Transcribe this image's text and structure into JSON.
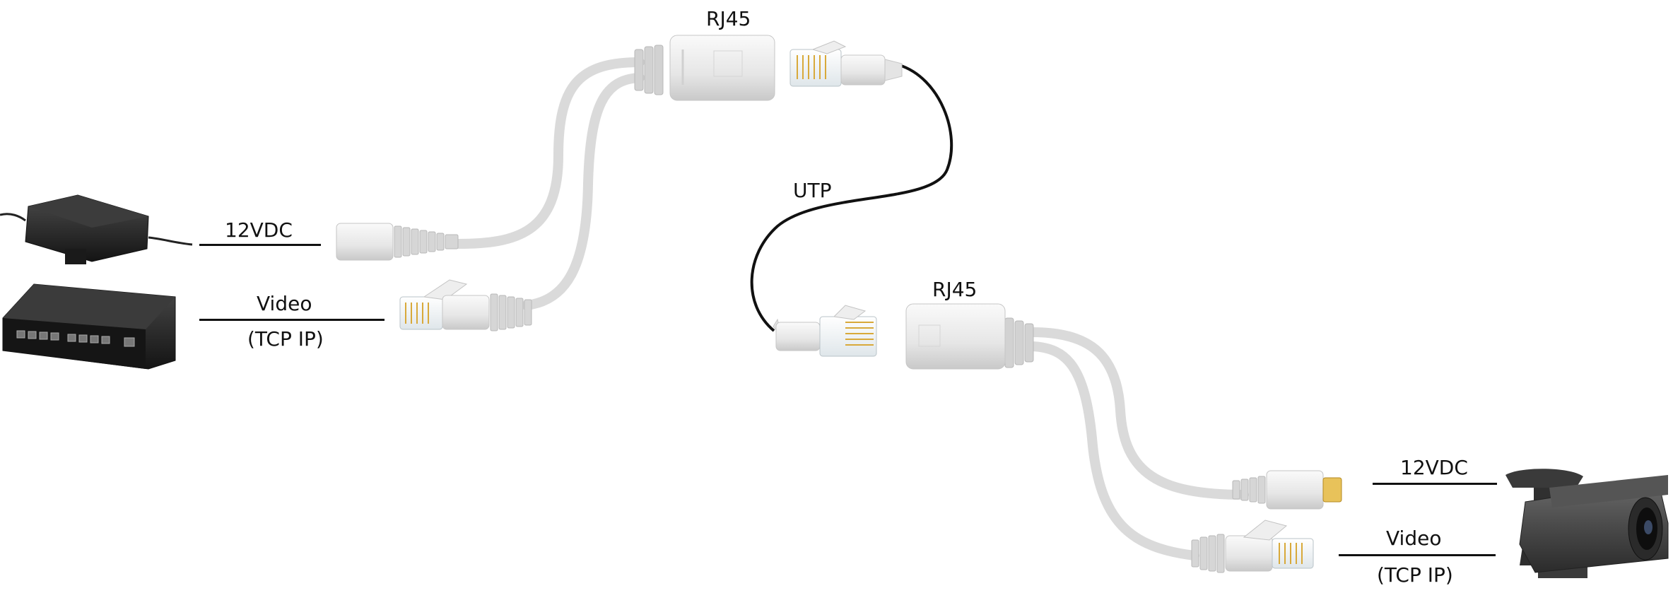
{
  "labels": {
    "rj45_top": "RJ45",
    "rj45_bottom": "RJ45",
    "utp": "UTP",
    "power_left": "12VDC",
    "video_left": "Video",
    "tcpip_left": "(TCP IP)",
    "power_right": "12VDC",
    "video_right": "Video",
    "tcpip_right": "(TCP IP)"
  },
  "colors": {
    "cable": "#dcdcdc",
    "utp_cable": "#111111",
    "device_dark": "#2a2a2a",
    "plug_gold": "#d8a93a"
  }
}
